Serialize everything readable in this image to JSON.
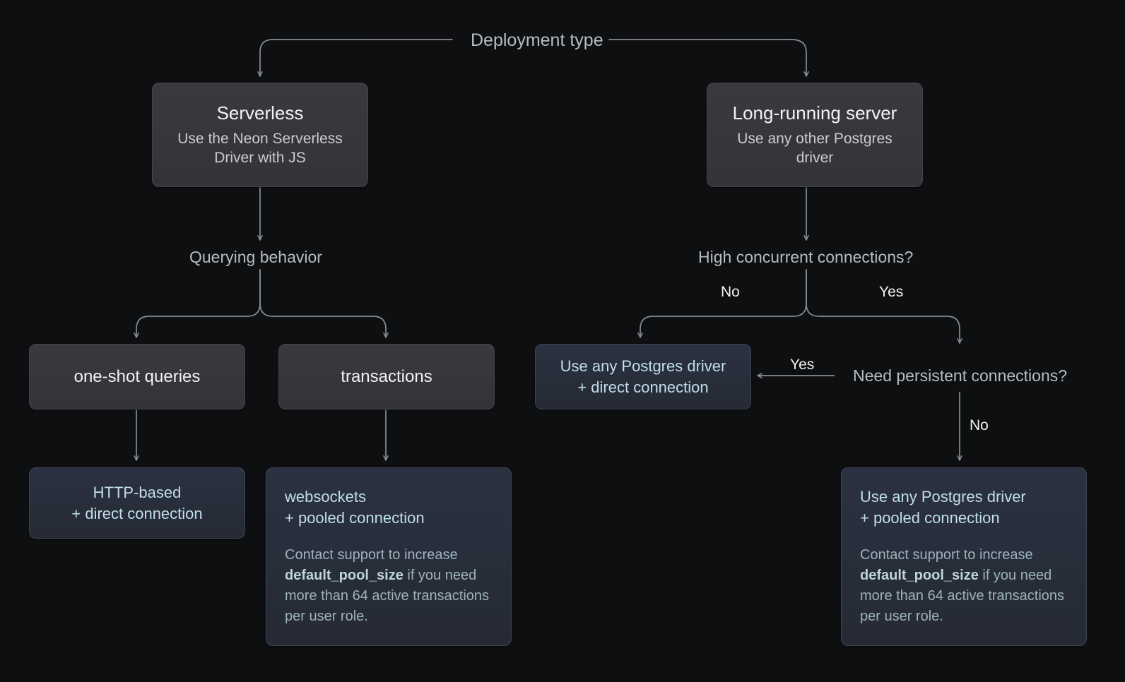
{
  "diagram": {
    "title": "Deployment type",
    "root_label": "Deployment type",
    "labels": {
      "querying_behavior": "Querying behavior",
      "high_concurrent": "High concurrent connections?",
      "need_persistent": "Need persistent connections?"
    },
    "edge_labels": {
      "hc_no": "No",
      "hc_yes": "Yes",
      "np_yes": "Yes",
      "np_no": "No"
    },
    "nodes": {
      "serverless": {
        "title": "Serverless",
        "subtitle": "Use the Neon Serverless Driver with JS"
      },
      "long_running": {
        "title": "Long-running server",
        "subtitle": "Use any other Postgres driver"
      },
      "one_shot": {
        "title": "one-shot queries"
      },
      "transactions": {
        "title": "transactions"
      },
      "http_direct": {
        "title": "HTTP-based\n+ direct connection"
      },
      "websockets_pooled": {
        "title": "websockets\n+ pooled connection",
        "note_before": "Contact support to increase ",
        "note_code": "default_pool_size",
        "note_after": " if you need more than 64 active transactions per user role."
      },
      "any_pg_direct": {
        "title": "Use any Postgres driver\n+ direct connection"
      },
      "any_pg_pooled": {
        "title": "Use any Postgres driver\n+ pooled connection",
        "note_before": "Contact support to increase ",
        "note_code": "default_pool_size",
        "note_after": " if you need more than 64 active transactions per user role."
      }
    },
    "colors": {
      "background": "#0d0f10",
      "grey_node_fill": "#36373b",
      "grey_node_border": "#45464b",
      "blue_node_fill": "#282e3a",
      "blue_node_border": "#3d4454",
      "accent_text": "#bfdfe8",
      "muted_text": "#9db3bb",
      "edge_stroke": "#8a8d91",
      "label_text": "#b9bcbf"
    }
  }
}
